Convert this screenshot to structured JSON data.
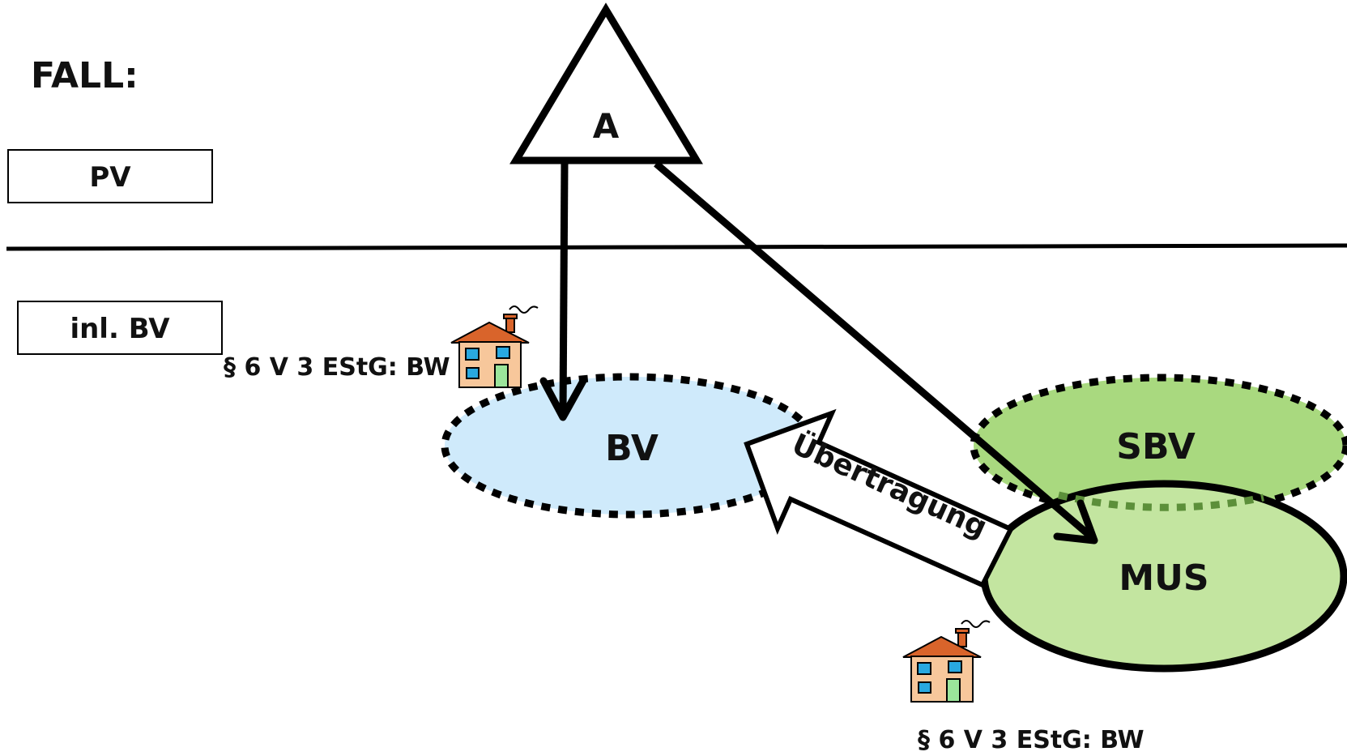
{
  "heading": "FALL:",
  "taxpayer_label": "A",
  "sections": {
    "private": "PV",
    "domestic_business": "inl. BV"
  },
  "nodes": {
    "bv": "BV",
    "sbv": "SBV",
    "mus": "MUS"
  },
  "transfer_label": "Übertragung",
  "notes": {
    "top": "§ 6 V 3 EStG: BW",
    "bottom": "§ 6 V 3 EStG: BW"
  },
  "colors": {
    "bv_fill": "#cfeafb",
    "sbv_fill": "#a9d97f",
    "mus_fill": "#c3e5a0",
    "stroke": "#000000",
    "house_wall": "#f7c79b",
    "house_roof": "#d9642b",
    "house_window": "#29a8e0",
    "house_door": "#9be59b"
  },
  "icons": [
    "house-icon",
    "house-icon"
  ]
}
